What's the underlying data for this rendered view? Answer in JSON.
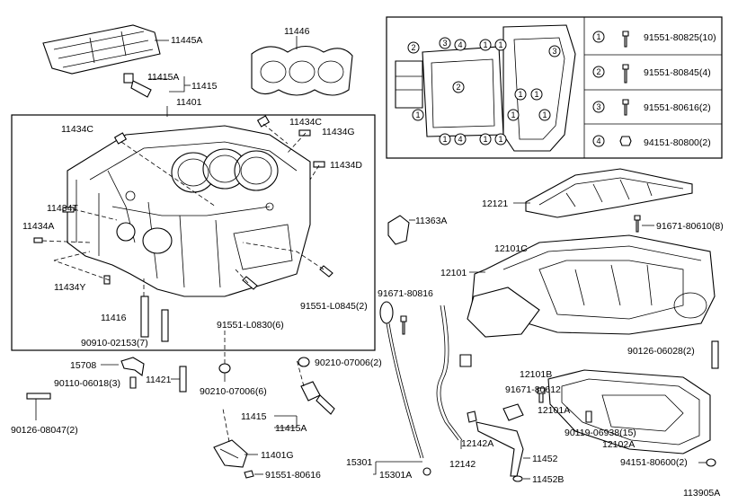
{
  "diagram_id": "113905A",
  "parts": {
    "p11445A": "11445A",
    "p11446": "11446",
    "p11415A_top": "11415A",
    "p11415_top": "11415",
    "p11401": "11401",
    "p11434C_l": "11434C",
    "p11434C_r": "11434C",
    "p11434G": "11434G",
    "p11434D": "11434D",
    "p11434T": "11434T",
    "p11434A": "11434A",
    "p11434Y": "11434Y",
    "p11416": "11416",
    "p90910": "90910-02153(7)",
    "p91551_L0830": "91551-L0830(6)",
    "p91551_L0845": "91551-L0845(2)",
    "p11363A": "11363A",
    "p12121": "12121",
    "p91671_80610": "91671-80610(8)",
    "p12101C": "12101C",
    "p12101": "12101",
    "p91671_80816": "91671-80816",
    "p15708": "15708",
    "p90110": "90110-06018(3)",
    "p11421": "11421",
    "p90210_a": "90210-07006(2)",
    "p90210_b": "90210-07006(6)",
    "p90126_08047": "90126-08047(2)",
    "p11415_bot": "11415",
    "p11415A_bot": "11415A",
    "p11401G": "11401G",
    "p91551_80616": "91551-80616",
    "p15301": "15301",
    "p15301A": "15301A",
    "p12142A": "12142A",
    "p12142": "12142",
    "p91671_80612": "91671-80612",
    "p11452": "11452",
    "p11452B": "11452B",
    "p90126_06028": "90126-06028(2)",
    "p12101B": "12101B",
    "p12101A": "12101A",
    "p90119": "90119-06938(15)",
    "p12102A": "12102A",
    "p94151_80600": "94151-80600(2)"
  },
  "legend": [
    {
      "key": "1",
      "part": "91551-80825(10)"
    },
    {
      "key": "2",
      "part": "91551-80845(4)"
    },
    {
      "key": "3",
      "part": "91551-80616(2)"
    },
    {
      "key": "4",
      "part": "94151-80800(2)"
    }
  ],
  "inset_callouts": [
    "1",
    "2",
    "3",
    "4"
  ]
}
